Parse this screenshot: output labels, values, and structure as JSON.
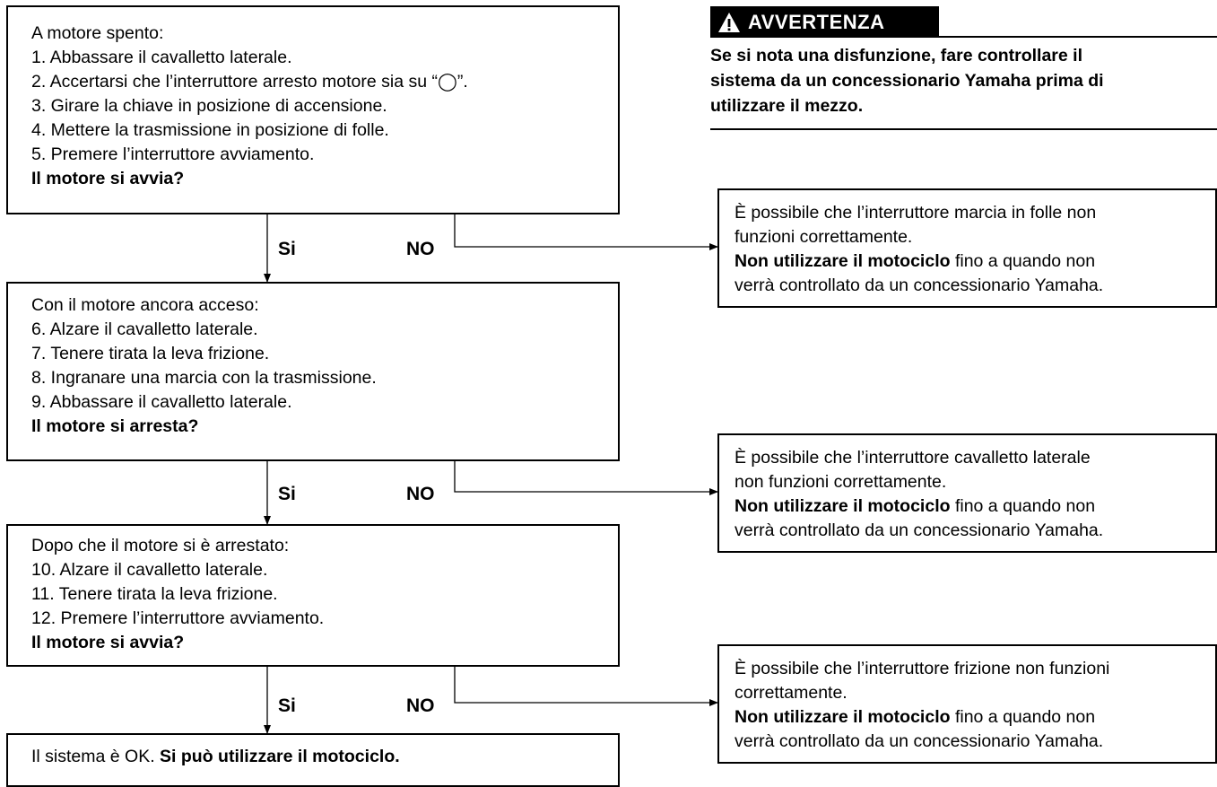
{
  "steps": [
    {
      "lines": [
        "A motore spento:",
        "1. Abbassare il cavalletto laterale.",
        "2. Accertarsi che l’interruttore arresto motore sia su “◯”.",
        "3. Girare la chiave in posizione di accensione.",
        "4. Mettere la trasmissione in posizione di folle.",
        "5. Premere l’interruttore avviamento."
      ],
      "question": "Il motore si avvia?"
    },
    {
      "lines": [
        "Con il motore ancora acceso:",
        "6. Alzare il cavalletto laterale.",
        "7. Tenere tirata la leva frizione.",
        "8. Ingranare una marcia con la trasmissione.",
        "9. Abbassare il cavalletto laterale."
      ],
      "question": "Il motore si arresta?"
    },
    {
      "lines": [
        "Dopo che il motore si è arrestato:",
        "10. Alzare il cavalletto laterale.",
        "11. Tenere tirata la leva frizione.",
        "12. Premere l’interruttore avviamento."
      ],
      "question": "Il motore si avvia?"
    }
  ],
  "final": {
    "prefix": "Il sistema è OK. ",
    "bold": "Si può utilizzare il motociclo."
  },
  "branch_labels": {
    "yes": "Si",
    "no": "NO"
  },
  "warning": {
    "title": "AVVERTENZA",
    "icon": "warning-triangle-icon",
    "lines": [
      "Se si nota una disfunzione, fare controllare il",
      "sistema da un concessionario Yamaha prima di",
      "utilizzare il mezzo."
    ]
  },
  "fault_messages": [
    {
      "lines": [
        "È possibile che l’interruttore marcia in folle non",
        "funzioni correttamente."
      ],
      "action_bold": "Non utilizzare il motociclo",
      "action_rest": " fino a quando non",
      "last_line": "verrà controllato da un concessionario Yamaha."
    },
    {
      "lines": [
        "È possibile che l’interruttore cavalletto laterale",
        "non funzioni correttamente."
      ],
      "action_bold": "Non utilizzare il motociclo",
      "action_rest": " fino a quando non",
      "last_line": "verrà controllato da un concessionario Yamaha."
    },
    {
      "lines": [
        "È possibile che l’interruttore frizione non funzioni",
        "correttamente."
      ],
      "action_bold": "Non utilizzare il motociclo",
      "action_rest": " fino a quando non",
      "last_line": "verrà controllato da un concessionario Yamaha."
    }
  ]
}
